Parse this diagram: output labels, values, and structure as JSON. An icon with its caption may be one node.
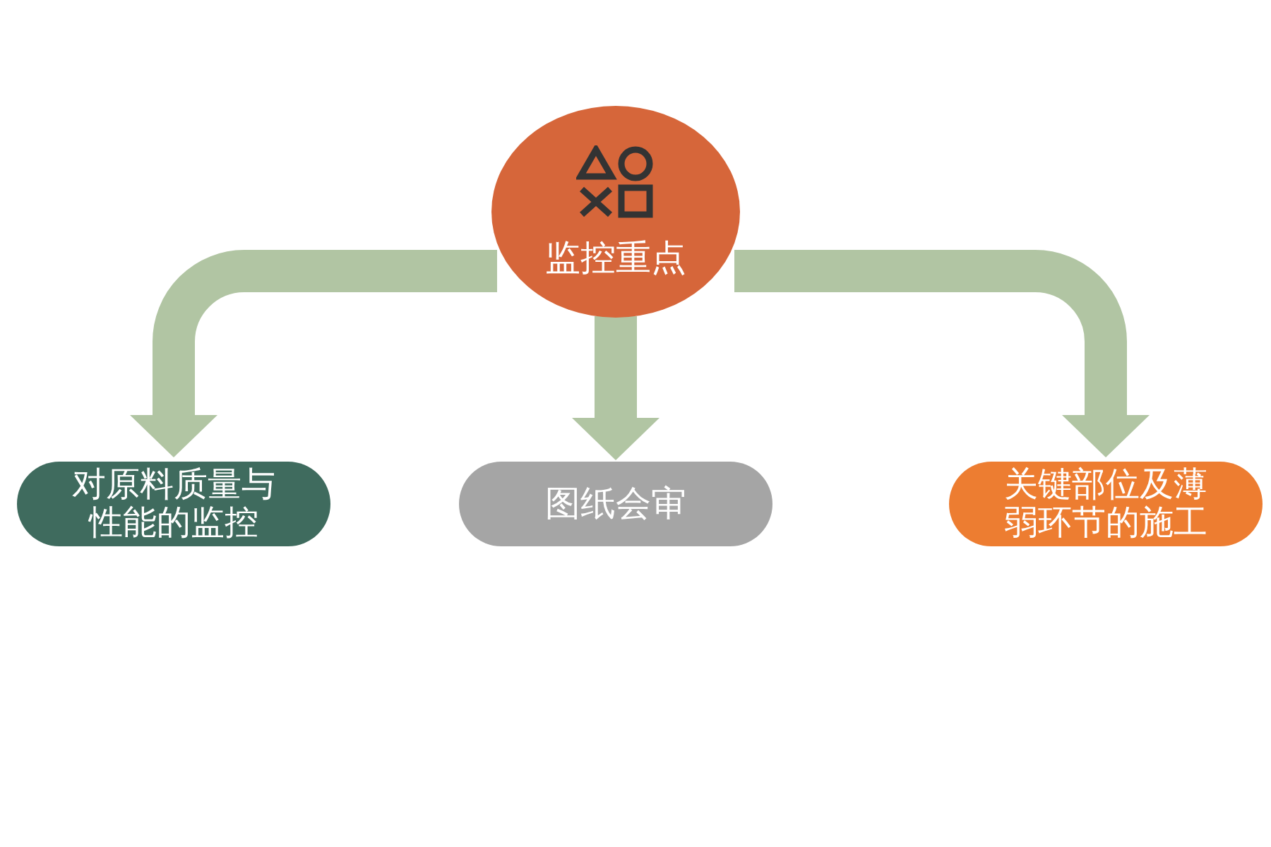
{
  "diagram": {
    "nodes": [
      {
        "text": [
          "监控重点"
        ]
      },
      {
        "text": [
          "对原料质量与性能的监控"
        ]
      },
      {
        "text": [
          "图纸会审"
        ]
      },
      {
        "text": [
          "关键部位及薄弱环节的施工"
        ]
      }
    ],
    "edges": [
      {
        "from": 0,
        "to": 1,
        "arrow": "to"
      },
      {
        "from": 0,
        "to": 2,
        "arrow": "to"
      },
      {
        "from": 0,
        "to": 3,
        "arrow": "to"
      }
    ]
  }
}
